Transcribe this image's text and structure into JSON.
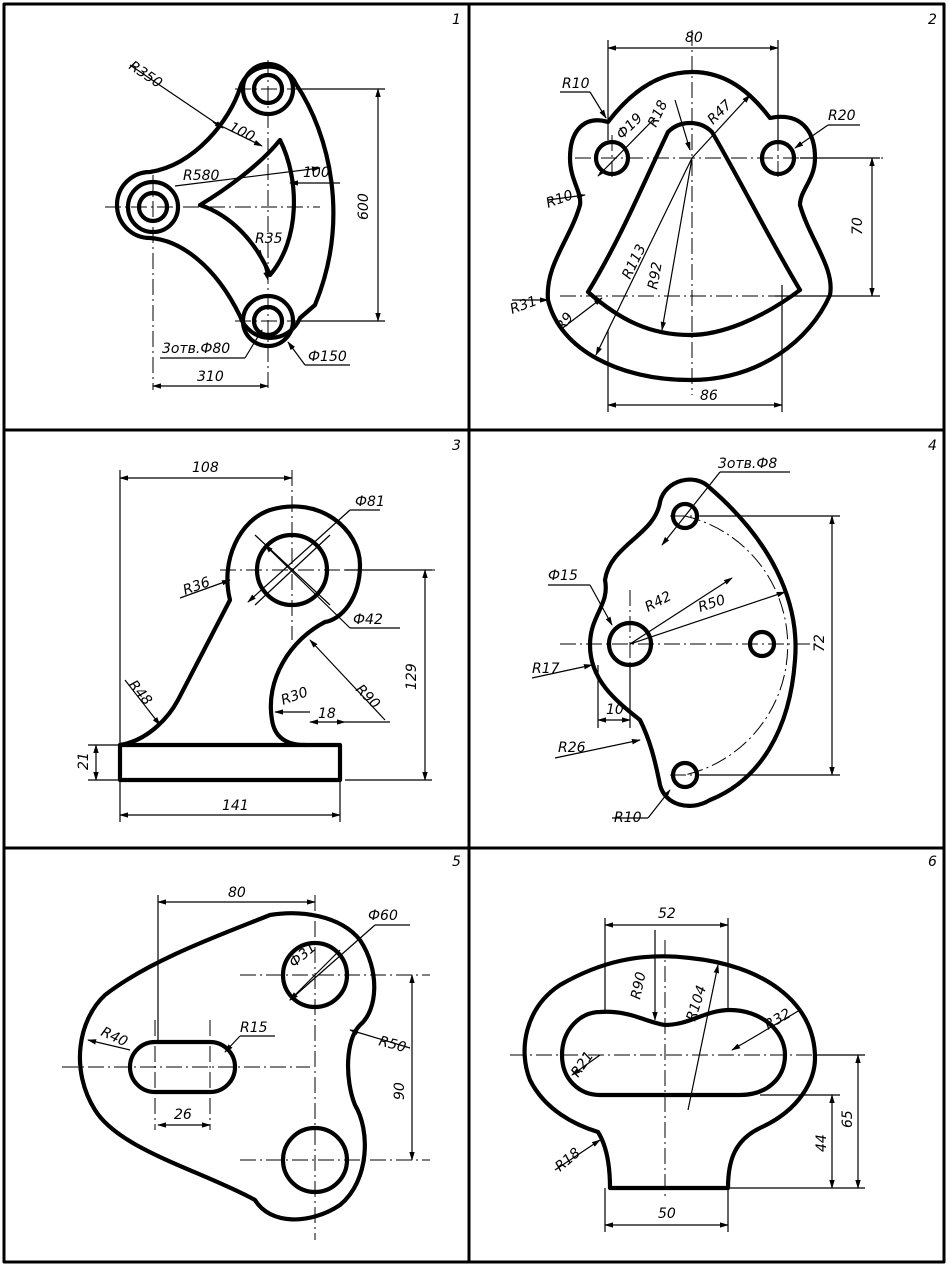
{
  "panels": [
    {
      "number": "1",
      "labels": [
        "R350",
        "100",
        "R580",
        "100",
        "600",
        "R35",
        "3отв.Ф80",
        "Ф150",
        "310"
      ]
    },
    {
      "number": "2",
      "labels": [
        "80",
        "R10",
        "R18",
        "R47",
        "R20",
        "Ф19",
        "R10",
        "70",
        "R113",
        "R92",
        "R31",
        "R9",
        "86"
      ]
    },
    {
      "number": "3",
      "labels": [
        "108",
        "Ф81",
        "R36",
        "Ф42",
        "129",
        "R90",
        "R48",
        "R30",
        "18",
        "21",
        "141"
      ]
    },
    {
      "number": "4",
      "labels": [
        "3отв.Ф8",
        "Ф15",
        "R42",
        "R50",
        "72",
        "R17",
        "10",
        "R26",
        "R10"
      ]
    },
    {
      "number": "5",
      "labels": [
        "80",
        "Ф60",
        "Ф31",
        "R40",
        "R15",
        "R50",
        "90",
        "26"
      ]
    },
    {
      "number": "6",
      "labels": [
        "52",
        "R90",
        "R104",
        "R32",
        "R21",
        "65",
        "44",
        "R18",
        "50"
      ]
    }
  ]
}
